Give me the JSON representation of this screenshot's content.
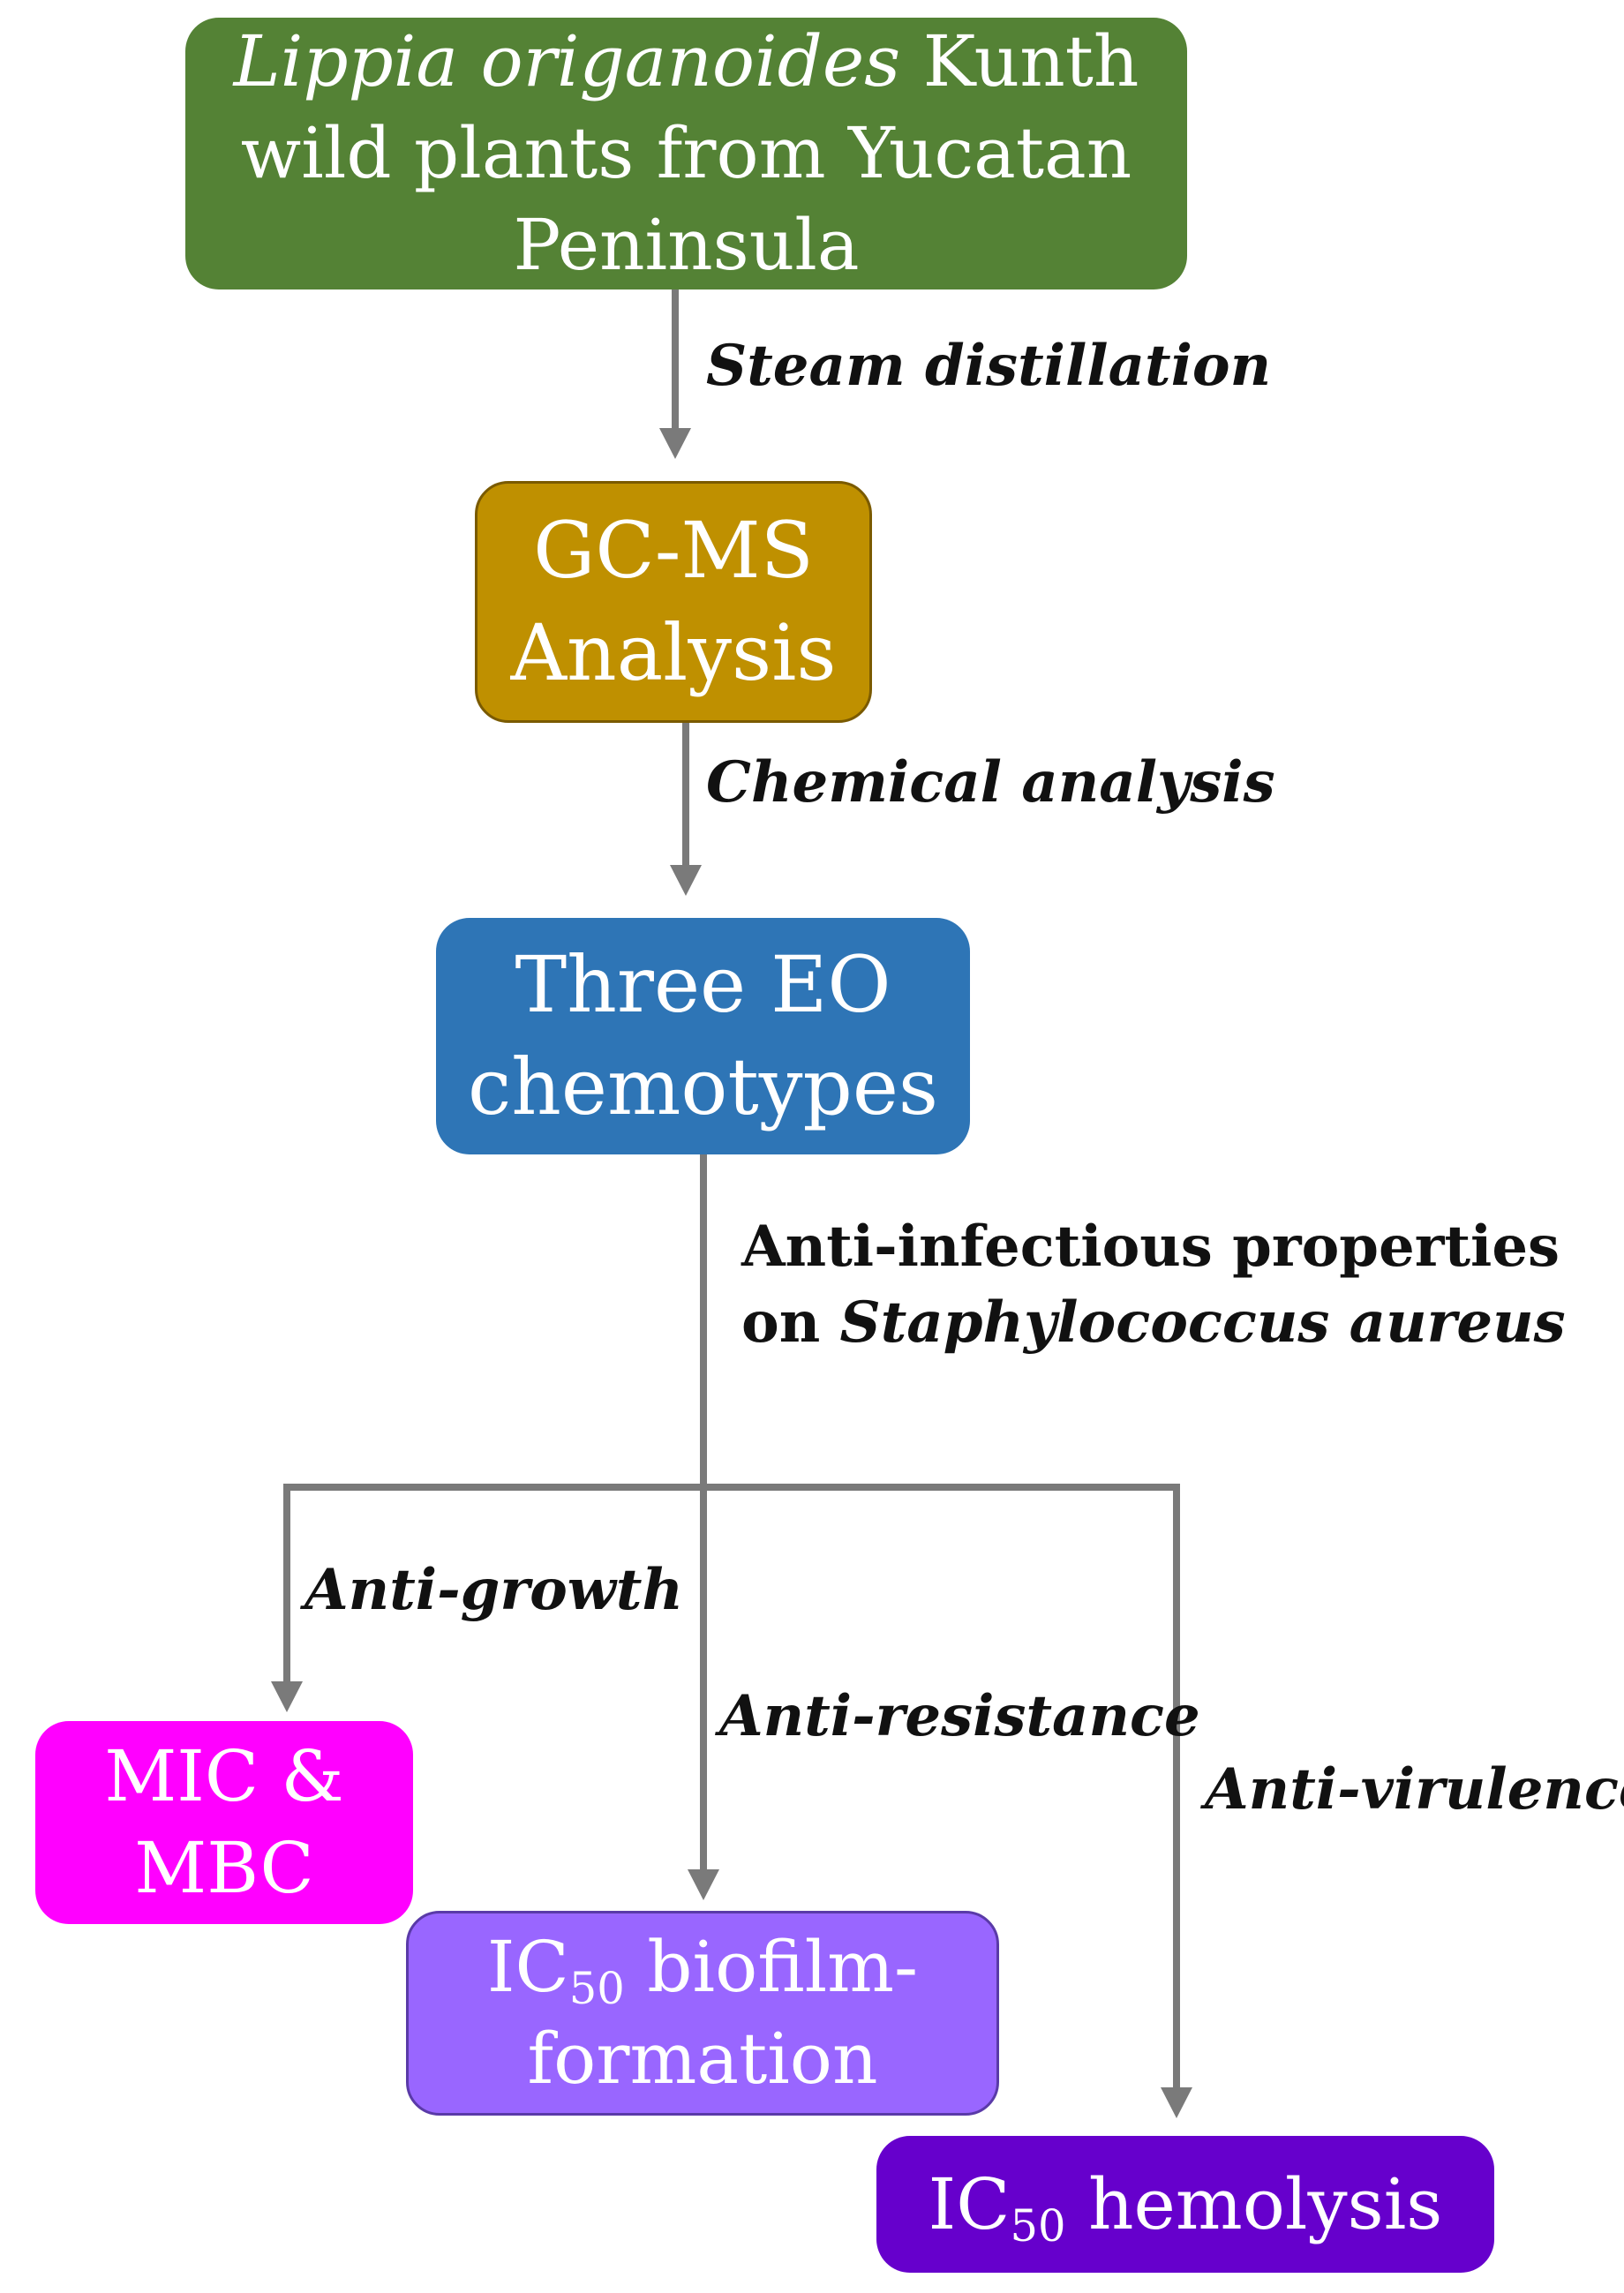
{
  "colors": {
    "source": "#548235",
    "gcms": "#bf9000",
    "chemotypes": "#2e75b6",
    "mic": "#ff00ff",
    "biofilm": "#9966ff",
    "hemolysis": "#6600cc",
    "arrow": "#7a7a7a"
  },
  "nodes": {
    "source": {
      "line1_italic": "Lippia origanoides",
      "line1_rest": " Kunth",
      "line2": "wild plants  from Yucatan",
      "line3": "Peninsula"
    },
    "gcms": {
      "line1": "GC-MS",
      "line2": "Analysis"
    },
    "chemotypes": {
      "line1": "Three EO",
      "line2": "chemotypes"
    },
    "mic": {
      "line1": "MIC &",
      "line2": "MBC"
    },
    "biofilm": {
      "prefix": "IC",
      "sub": "50",
      "line1_rest": " biofilm-",
      "line2": "formation"
    },
    "hemolysis": {
      "prefix": "IC",
      "sub": "50",
      "rest": " hemolysis"
    }
  },
  "edges": {
    "steam": "Steam distillation",
    "chemical": "Chemical analysis",
    "anti_infectious_line1": "Anti-infectious properties",
    "anti_infectious_on": "on ",
    "anti_infectious_species": "Staphylococcus aureus",
    "anti_growth": "Anti-growth",
    "anti_resistance": "Anti-resistance",
    "anti_virulence": "Anti-virulence"
  }
}
